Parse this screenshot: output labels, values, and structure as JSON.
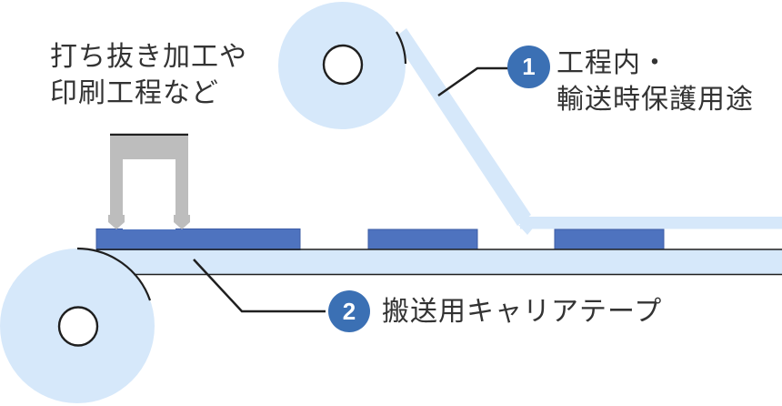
{
  "colors": {
    "light_blue": "#D6E8FA",
    "dark_blue": "#4E73BF",
    "segment_border": "#3D5CA6",
    "badge_blue": "#3B70B4",
    "gray": "#BDBDBD",
    "line_dark": "#1F1F1F",
    "text": "#333333",
    "core_white": "#FFFFFF"
  },
  "labels": {
    "process": {
      "line1": "打ち抜き加工や",
      "line2": "印刷工程など"
    },
    "callout1": {
      "number": "1",
      "line1": "工程内・",
      "line2": "輸送時保護用途"
    },
    "callout2": {
      "number": "2",
      "text": "搬送用キャリアテープ"
    }
  }
}
